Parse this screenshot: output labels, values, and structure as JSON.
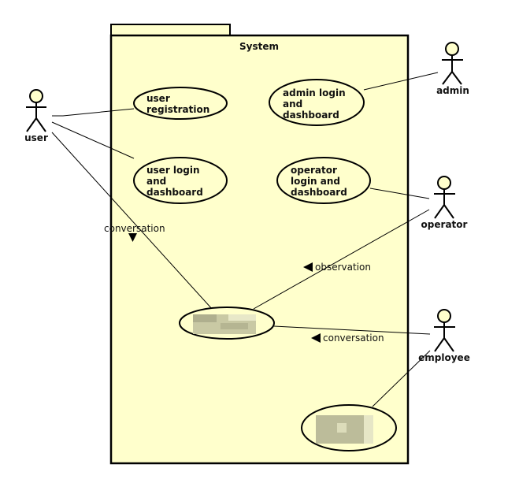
{
  "diagram": {
    "type": "UML use case diagram",
    "colors": {
      "package_fill": "#FFFFCC",
      "actor_head_fill": "#FFFFCC",
      "stroke": "#000000",
      "redacted": "#B8B894"
    },
    "system": {
      "title": "System"
    },
    "actors": [
      {
        "id": "user",
        "label": "user"
      },
      {
        "id": "admin",
        "label": "admin"
      },
      {
        "id": "operator",
        "label": "operator"
      },
      {
        "id": "employee",
        "label": "employee"
      }
    ],
    "use_cases": [
      {
        "id": "uc_reg",
        "lines": [
          "user",
          "registration"
        ]
      },
      {
        "id": "uc_ulog",
        "lines": [
          "user login",
          "and",
          "dashboard"
        ]
      },
      {
        "id": "uc_alog",
        "lines": [
          "admin login",
          "and",
          "dashboard"
        ]
      },
      {
        "id": "uc_olog",
        "lines": [
          "operator",
          "login and",
          "dashboard"
        ]
      },
      {
        "id": "uc_conv",
        "lines": [],
        "redacted": true
      },
      {
        "id": "uc_emp",
        "lines": [],
        "redacted": true
      }
    ],
    "associations": [
      {
        "from": "user",
        "to": "uc_reg",
        "label": ""
      },
      {
        "from": "user",
        "to": "uc_ulog",
        "label": ""
      },
      {
        "from": "user",
        "to": "uc_conv",
        "label": "conversation",
        "arrow": "down"
      },
      {
        "from": "admin",
        "to": "uc_alog",
        "label": ""
      },
      {
        "from": "operator",
        "to": "uc_olog",
        "label": ""
      },
      {
        "from": "operator",
        "to": "uc_conv",
        "label": "observation",
        "arrow": "left"
      },
      {
        "from": "employee",
        "to": "uc_conv",
        "label": "conversation",
        "arrow": "left"
      },
      {
        "from": "employee",
        "to": "uc_emp",
        "label": ""
      }
    ],
    "assoc_labels": [
      "conversation",
      "observation",
      "conversation"
    ]
  }
}
